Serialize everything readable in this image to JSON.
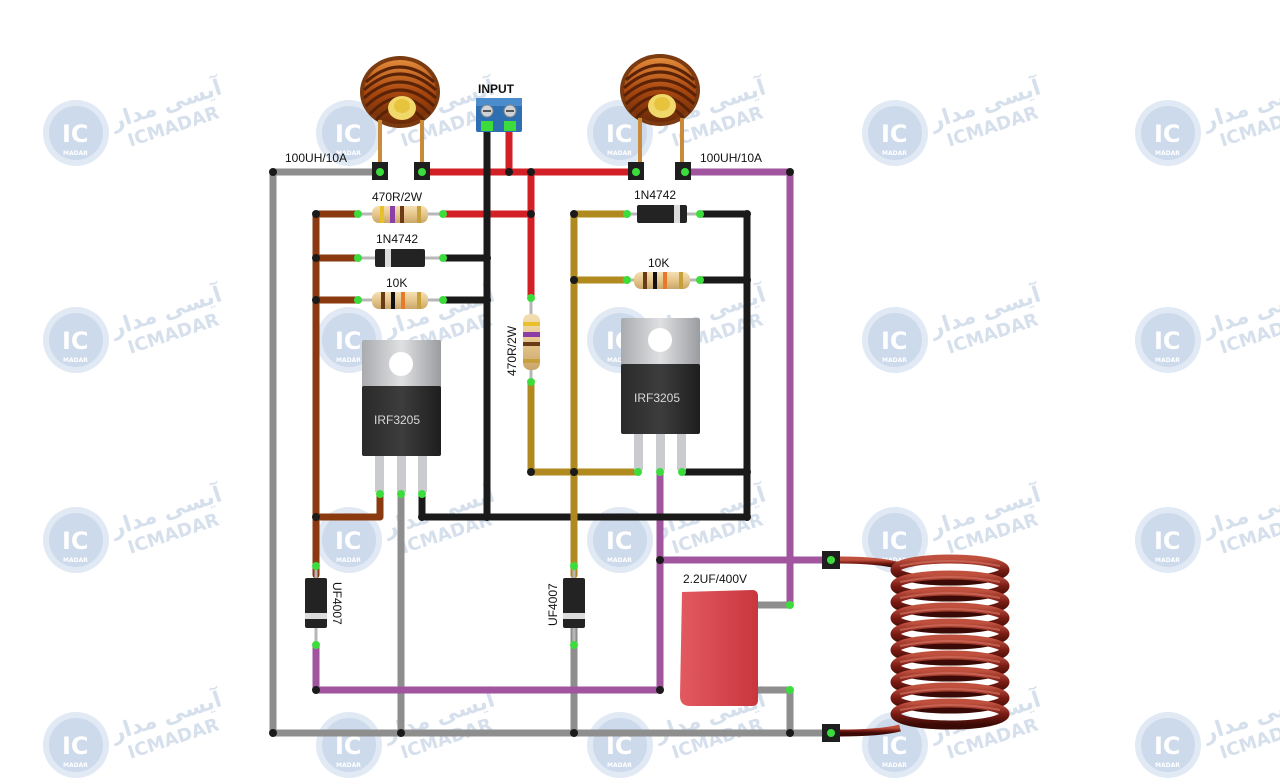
{
  "labels": {
    "input": "INPUT",
    "inductor_left": "100UH/10A",
    "inductor_right": "100UH/10A",
    "r_gate_left": "470R/2W",
    "r_gate_center": "470R/2W",
    "zener_left": "1N4742",
    "zener_right": "1N4742",
    "r_pull_left": "10K",
    "r_pull_right": "10K",
    "mosfet_left": "IRF3205",
    "mosfet_right": "IRF3205",
    "diode_left": "UF4007",
    "diode_right": "UF4007",
    "capacitor": "2.2UF/400V"
  },
  "watermark": {
    "brand_latin": "ICMADAR",
    "brand_farsi": "آیسی مدار",
    "logo": "IC",
    "logo_sub": "MADAR"
  },
  "colors": {
    "power_positive": "#d32027",
    "ground": "#1a1a1a",
    "gate_left": "#8b3a10",
    "gate_right": "#b08a1f",
    "drain_right": "#a1559e",
    "drain_left": "#8f8f8f",
    "pin_highlight": "#3ddc3d",
    "copper": "#b5561a",
    "capacitor": "#d9434b"
  }
}
